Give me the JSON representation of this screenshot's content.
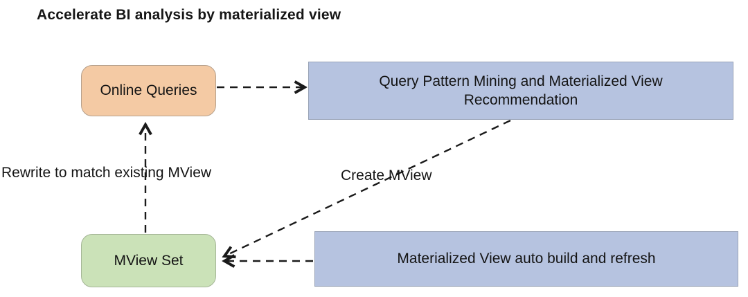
{
  "title": "Accelerate BI analysis by materialized view",
  "colors": {
    "background": "#ffffff",
    "online_queries_fill": "#f4caa4",
    "recommendation_fill": "#b6c3e0",
    "mview_set_fill": "#cbe2b8",
    "auto_build_fill": "#b6c3e0",
    "edge_stroke": "#1a1a1a",
    "text": "#141414"
  },
  "nodes": {
    "online_queries": {
      "label": "Online Queries",
      "shape": "rounded-rect"
    },
    "query_pattern": {
      "label": "Query Pattern Mining and Materialized View Recommendation",
      "shape": "rect"
    },
    "mview_set": {
      "label": "MView Set",
      "shape": "rounded-rect"
    },
    "auto_build": {
      "label": "Materialized View auto build and refresh",
      "shape": "rect"
    }
  },
  "edges": [
    {
      "from": "online_queries",
      "to": "query_pattern",
      "style": "dashed",
      "label": ""
    },
    {
      "from": "mview_set",
      "to": "online_queries",
      "style": "dashed",
      "label": "Rewrite to match existing MView"
    },
    {
      "from": "query_pattern",
      "to": "mview_set",
      "style": "dashed",
      "label": "Create MView"
    },
    {
      "from": "auto_build",
      "to": "mview_set",
      "style": "dashed",
      "label": ""
    }
  ]
}
